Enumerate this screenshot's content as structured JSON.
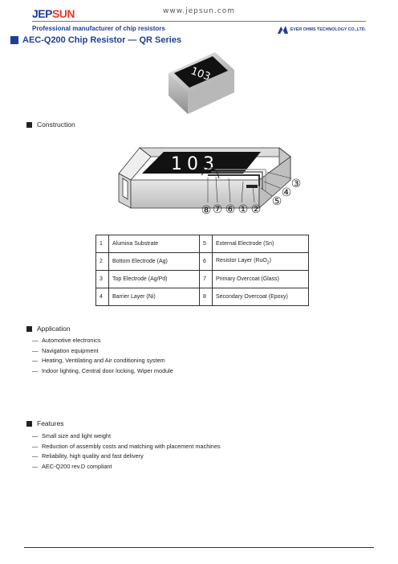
{
  "header": {
    "logo_part1": "JEP",
    "logo_part2": "SUN",
    "website": "www.jepsun.com",
    "tagline": "Professional manufacturer of chip resistors",
    "company": "EVER OHMS TECHNOLOGY CO.,LTD."
  },
  "title": "AEC-Q200 Chip Resistor — QR Series",
  "photo": {
    "marking": "103"
  },
  "construction": {
    "heading": "Construction",
    "marking": "103",
    "callouts": [
      "①",
      "②",
      "③",
      "④",
      "⑤",
      "⑥",
      "⑦",
      "⑧"
    ],
    "parts": [
      {
        "no": "1",
        "name": "Alumina Substrate"
      },
      {
        "no": "2",
        "name": "Bottom Electrode (Ag)"
      },
      {
        "no": "3",
        "name": "Top Electrode (Ag/Pd)"
      },
      {
        "no": "4",
        "name": "Barrier Layer (Ni)"
      },
      {
        "no": "5",
        "name": "External Electrode (Sn)"
      },
      {
        "no": "6",
        "name": "Resistor Layer (RuO",
        "sub": "2",
        "suffix": ")"
      },
      {
        "no": "7",
        "name": "Primary Overcoat (Glass)"
      },
      {
        "no": "8",
        "name": "Secondary Overcoat (Epoxy)"
      }
    ]
  },
  "application": {
    "heading": "Application",
    "bullet": "—",
    "items": [
      "Automotive electronics",
      "Navigation equipment",
      "Heating, Ventilating and Air conditioning system",
      "Indoor lighting, Central door locking, Wiper module"
    ]
  },
  "features": {
    "heading": "Features",
    "bullet": "—",
    "items": [
      "Small size and light weight",
      "Reduction of assembly costs and matching with placement machines",
      "Reliability, high quality and fast delivery",
      "AEC-Q200 rev.D compliant"
    ]
  },
  "colors": {
    "brand_blue": "#1f3f95",
    "brand_red": "#e53a26"
  }
}
